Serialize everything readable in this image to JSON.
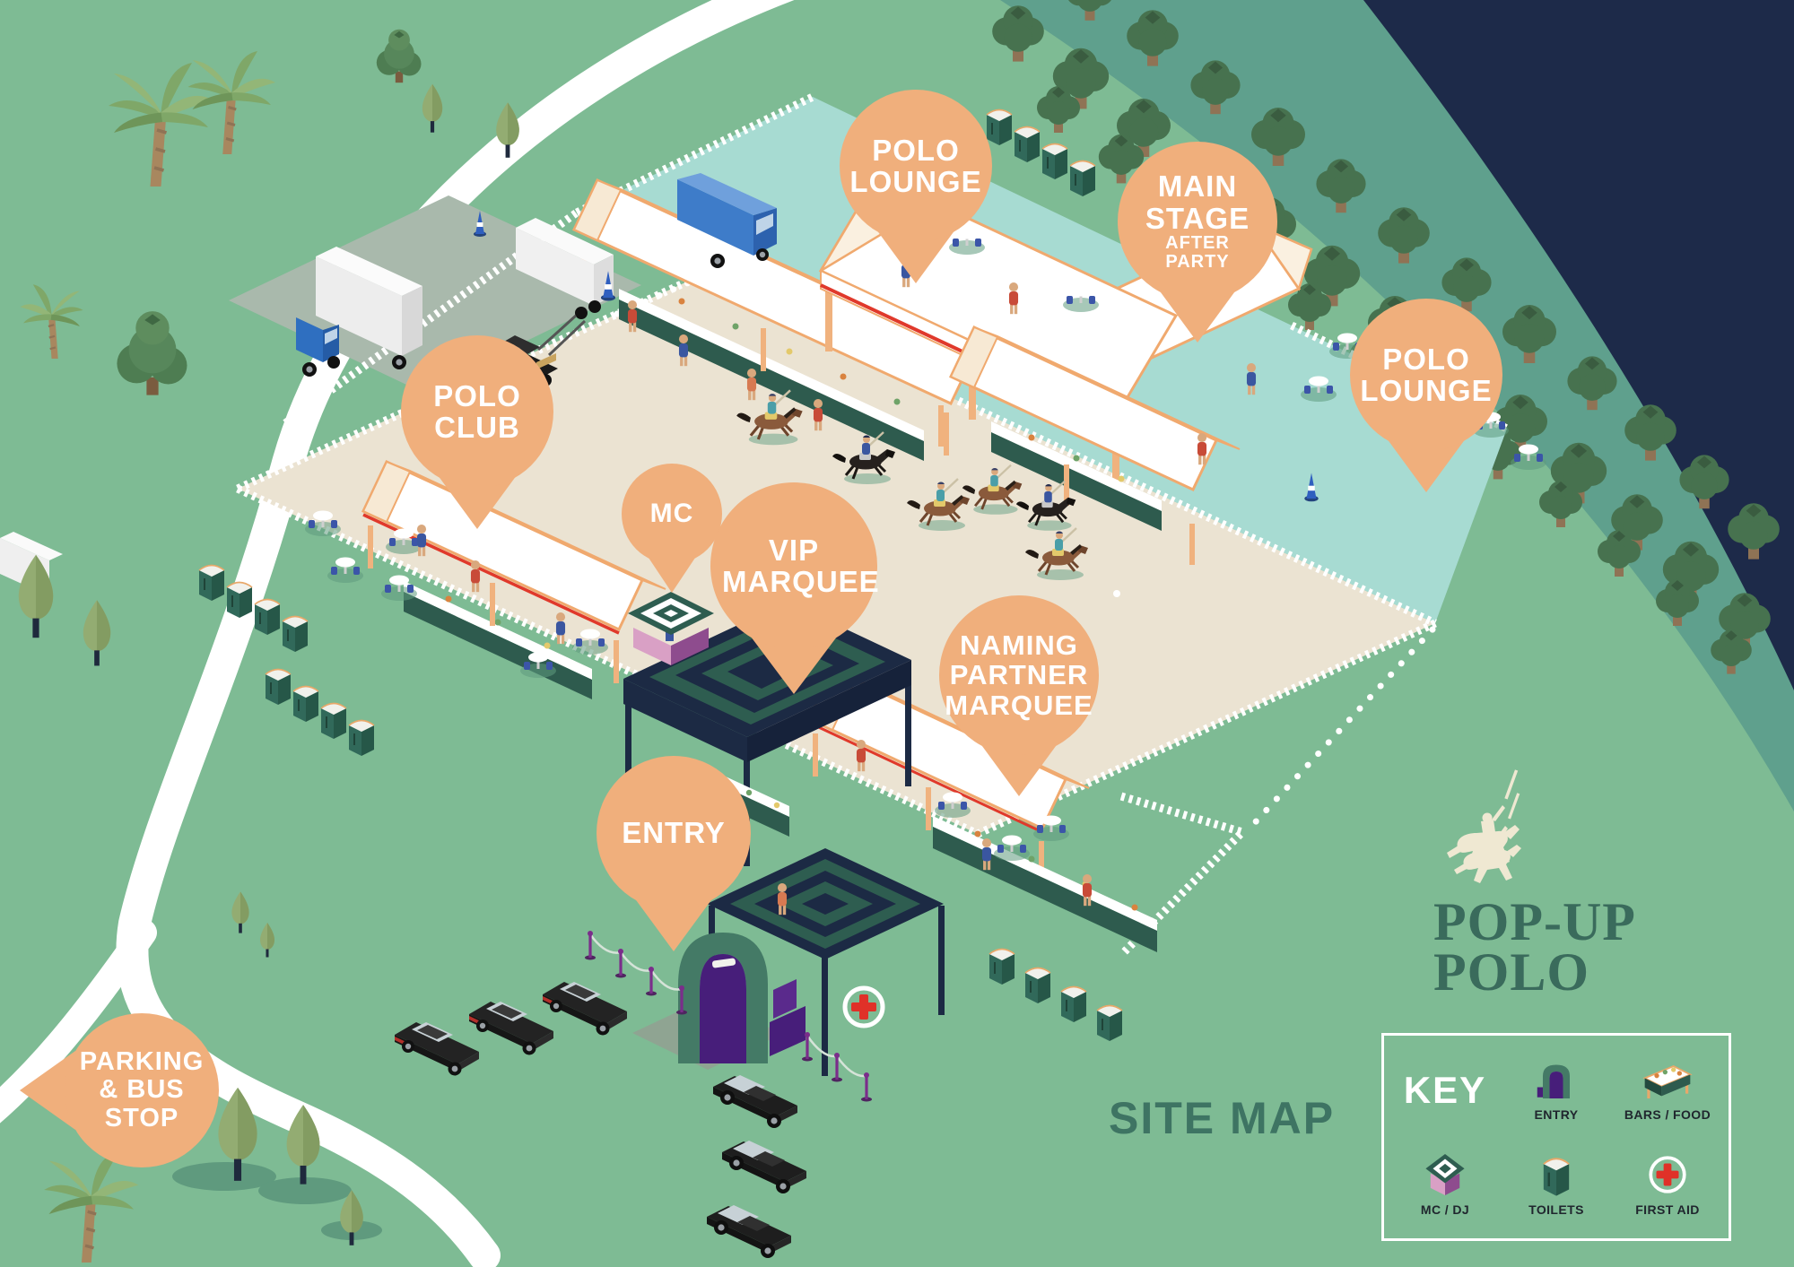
{
  "page": {
    "site_map_label": "SITE MAP"
  },
  "logo": {
    "line1": "POP-UP",
    "line2": "POLO",
    "icon": "polo-player-icon"
  },
  "pins": [
    {
      "id": "polo-lounge-north",
      "label": "POLO LOUNGE"
    },
    {
      "id": "main-stage",
      "label": "MAIN STAGE",
      "sublabel": "AFTER PARTY"
    },
    {
      "id": "polo-lounge-east",
      "label": "POLO LOUNGE"
    },
    {
      "id": "polo-club",
      "label": "POLO CLUB"
    },
    {
      "id": "mc",
      "label": "MC"
    },
    {
      "id": "vip-marquee",
      "label": "VIP MARQUEE"
    },
    {
      "id": "naming-partner-marquee",
      "label": "NAMING PARTNER MARQUEE"
    },
    {
      "id": "entry",
      "label": "ENTRY"
    },
    {
      "id": "parking-bus-stop",
      "label": "PARKING & BUS STOP"
    }
  ],
  "key": {
    "heading": "KEY",
    "items": [
      {
        "label": "ENTRY",
        "icon": "entry-arch-icon"
      },
      {
        "label": "BARS / FOOD",
        "icon": "bar-table-icon"
      },
      {
        "label": "MC / DJ",
        "icon": "dj-booth-icon"
      },
      {
        "label": "TOILETS",
        "icon": "toilet-icon"
      },
      {
        "label": "FIRST AID",
        "icon": "first-aid-icon"
      }
    ]
  },
  "colors": {
    "background": "#7EBB94",
    "polo_field": "#EBE3D2",
    "lounge_floor": "#A7DBD2",
    "water": "#1D2A49",
    "pin": "#F0AF7C",
    "pin_text": "#FFFFFF",
    "title_text": "#3A6B5C",
    "accent_red": "#E03128",
    "marquee_navy": "#1C2A44",
    "marquee_green": "#2E5D50",
    "stanchion_purple": "#7B2D8B"
  }
}
